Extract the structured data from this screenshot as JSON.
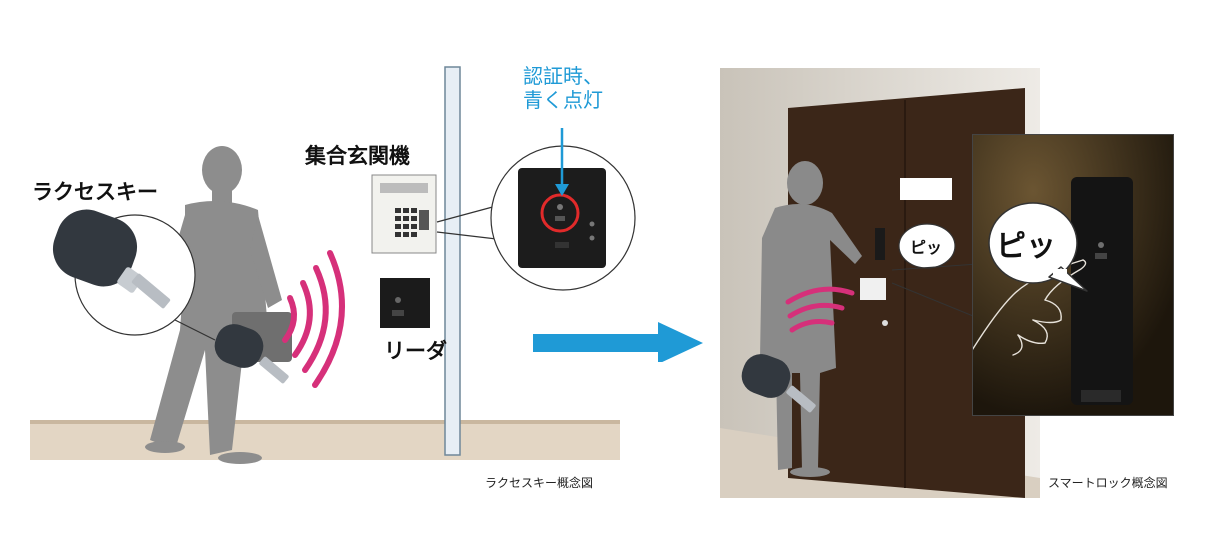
{
  "left_scene": {
    "raku_key_label": "ラクセスキー",
    "entrance_label": "集合玄関機",
    "reader_label": "リーダ",
    "callout_line1": "認証時、",
    "callout_line2": "青く点灯",
    "caption": "ラクセスキー概念図"
  },
  "right_scene": {
    "beep_small": "ピッ",
    "beep_large": "ピッ",
    "caption": "スマートロック概念図"
  },
  "colors": {
    "signal_waves": "#d6307a",
    "arrow": "#1f9ad6",
    "callout_text": "#1f9ad6",
    "door": "#3a2518",
    "floor": "#d8c9b5",
    "silhouette": "#8a8a8a",
    "device": "#1a1a1a"
  }
}
